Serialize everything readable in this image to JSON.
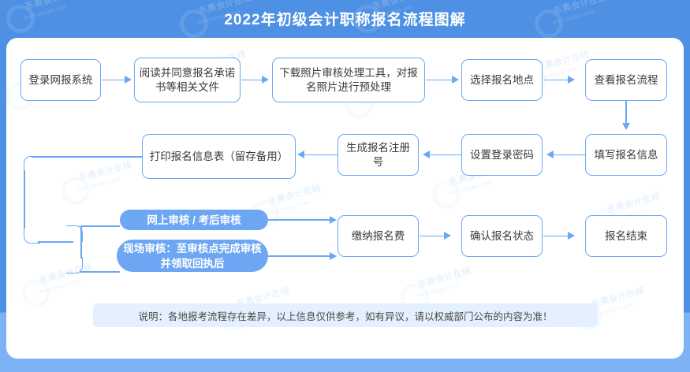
{
  "header": {
    "title": "2022年初级会计职称报名流程图解"
  },
  "colors": {
    "page_background": "#4e90e3",
    "card_background": "#ffffff",
    "box_border": "#6aa8f5",
    "pill_background": "#6da6f2",
    "note_background": "#e4f0fd",
    "text": "#3a3a3a"
  },
  "flow": {
    "row1": [
      {
        "id": "login",
        "label": "登录网报系统"
      },
      {
        "id": "agree",
        "label": "阅读并同意报名承诺书等相关文件"
      },
      {
        "id": "photo",
        "label": "下载照片审核处理工具，对报名照片进行预处理"
      },
      {
        "id": "location",
        "label": "选择报名地点"
      },
      {
        "id": "viewflow",
        "label": "查看报名流程"
      }
    ],
    "row2": [
      {
        "id": "print",
        "label": "打印报名信息表（留存备用）"
      },
      {
        "id": "regno",
        "label": "生成报名注册号"
      },
      {
        "id": "password",
        "label": "设置登录密码"
      },
      {
        "id": "fillinfo",
        "label": "填写报名信息"
      }
    ],
    "branches": [
      {
        "id": "online-audit",
        "label": "网上审核 / 考后审核"
      },
      {
        "id": "onsite-audit",
        "label": "现场审核：至审核点完成审核并领取回执后"
      }
    ],
    "row3": [
      {
        "id": "pay",
        "label": "缴纳报名费"
      },
      {
        "id": "confirm",
        "label": "确认报名状态"
      },
      {
        "id": "end",
        "label": "报名结束"
      }
    ]
  },
  "note": {
    "text": "说明：各地报考流程存在差异，以上信息仅供参考，如有异议，请以权威部门公布的内容为准！"
  },
  "watermark": {
    "brand": "东奥会计在线",
    "site": "www.dongao.com"
  }
}
